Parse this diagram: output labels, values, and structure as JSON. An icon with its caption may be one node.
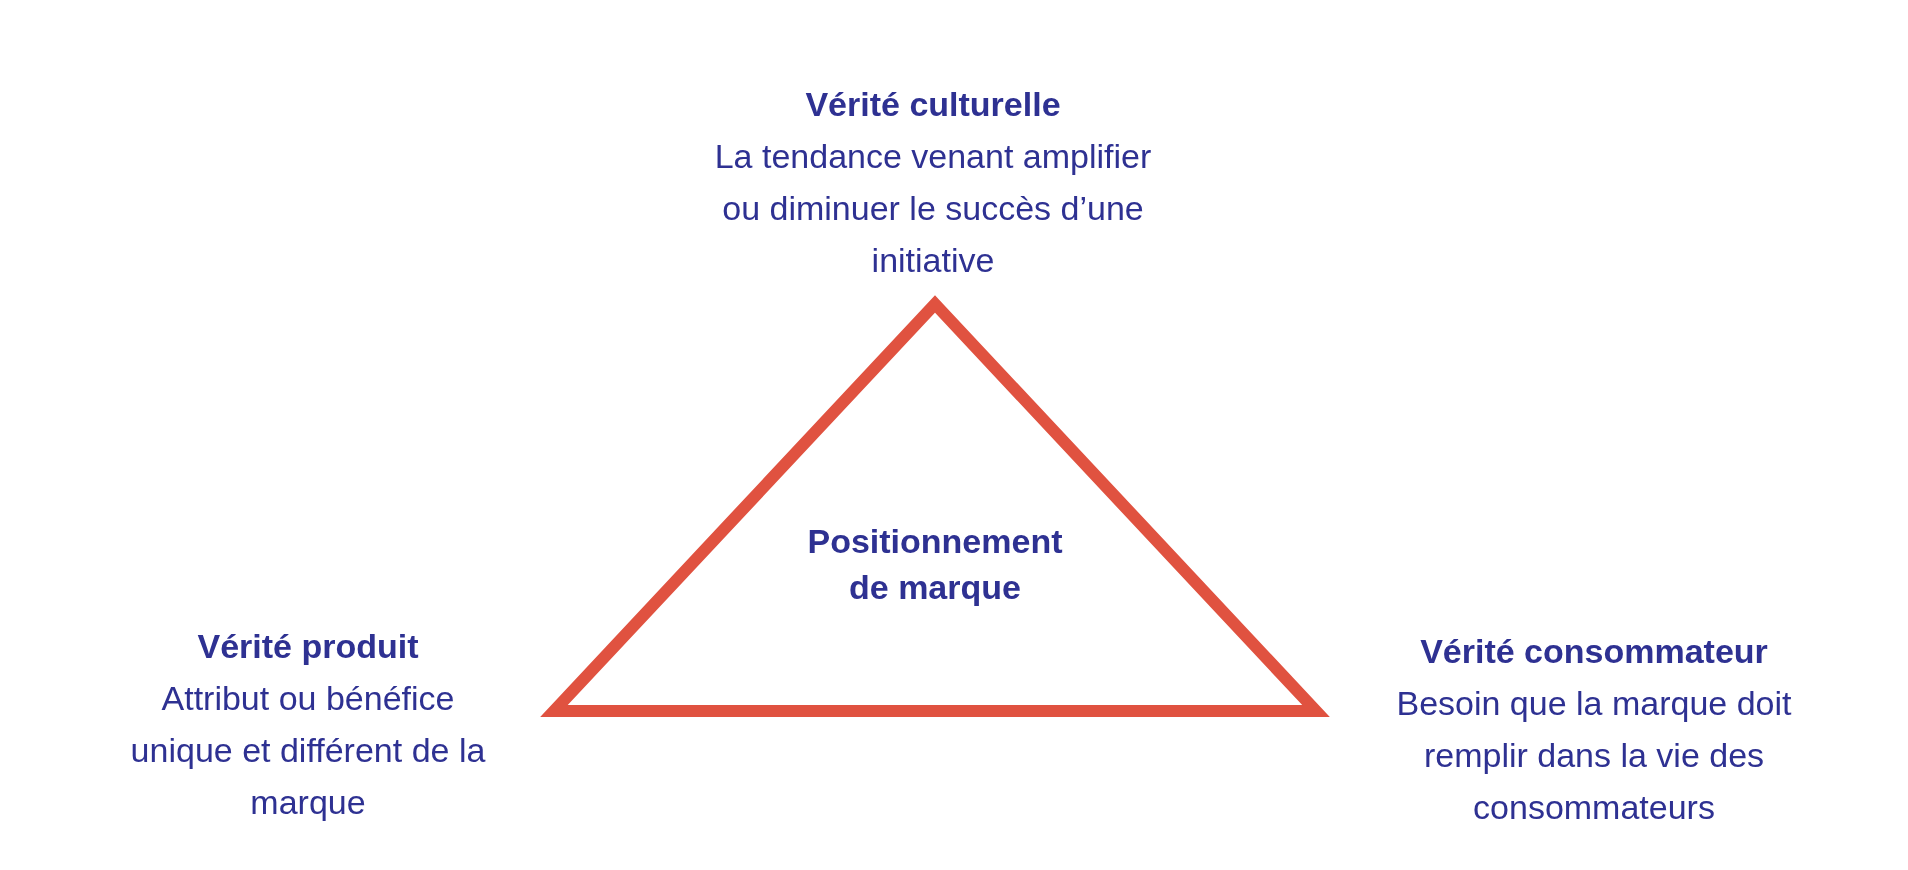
{
  "diagram": {
    "nodes": [
      {
        "text": [
          "Vérité culturelle",
          "La tendance venant amplifier ou diminuer le succès d’une initiative"
        ]
      },
      {
        "text": [
          "Positionnement de marque"
        ]
      },
      {
        "text": [
          "Vérité produit",
          "Attribut ou bénéfice unique et différent de la marque"
        ]
      },
      {
        "text": [
          "Vérité consommateur",
          "Besoin que la marque doit remplir dans la vie des consommateurs"
        ]
      }
    ]
  }
}
